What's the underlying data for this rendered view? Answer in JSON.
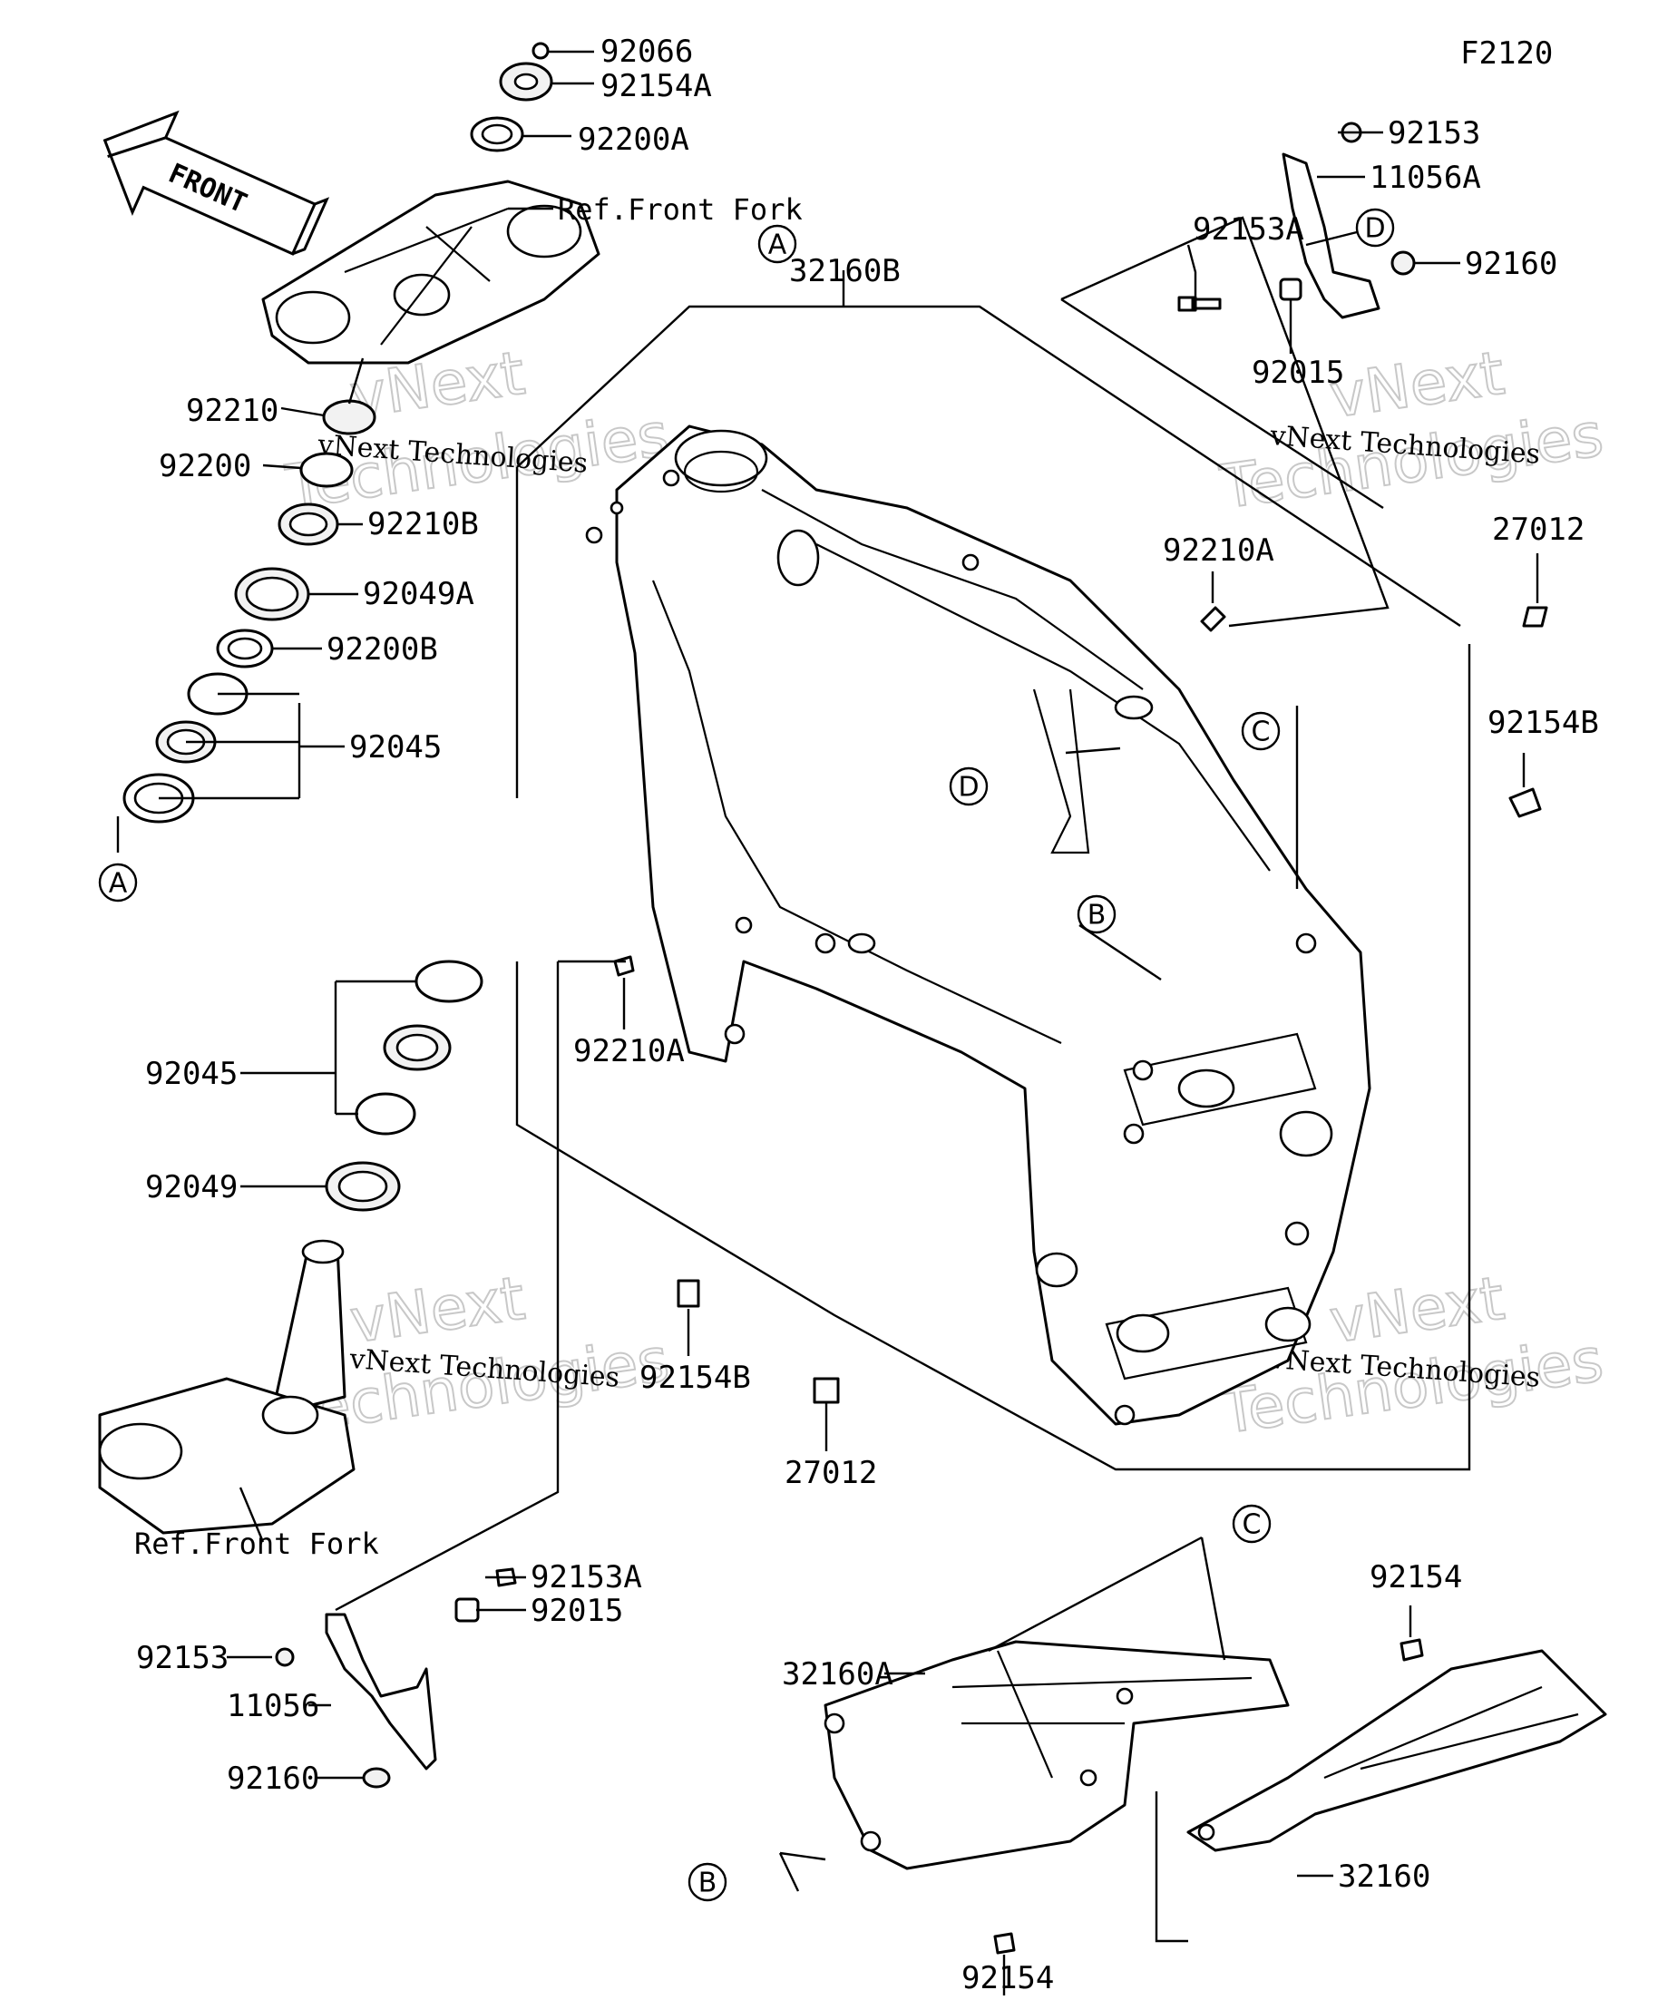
{
  "diagram_id": "F2120",
  "front_label": "FRONT",
  "refs": {
    "upper": "Ref.Front Fork",
    "lower": "Ref.Front Fork"
  },
  "callouts": {
    "a_top": "A",
    "a_left": "A",
    "b_frame": "B",
    "b_rear": "B",
    "c_frame": "C",
    "c_rear": "C",
    "d_frame": "D",
    "d_bracket": "D"
  },
  "watermark": {
    "brand": "vNext",
    "name": "Technologies",
    "line": "vNext Technologies"
  },
  "parts": {
    "p92066": "92066",
    "p92154A": "92154A",
    "p92200A": "92200A",
    "p92210": "92210",
    "p92200": "92200",
    "p92210B": "92210B",
    "p92049A": "92049A",
    "p92200B": "92200B",
    "p92045_top": "92045",
    "p92045_bot": "92045",
    "p92049": "92049",
    "p32160B": "32160B",
    "p92153_top": "92153",
    "p11056A": "11056A",
    "p92153A_top": "92153A",
    "p92160_top": "92160",
    "p92015_top": "92015",
    "p92210A_right": "92210A",
    "p27012_right": "27012",
    "p92154B_right": "92154B",
    "p92210A_mid": "92210A",
    "p92154B_mid": "92154B",
    "p27012_mid": "27012",
    "p92153A_bot": "92153A",
    "p92015_bot": "92015",
    "p92153_bot": "92153",
    "p11056": "11056",
    "p92160_bot": "92160",
    "p92154_right": "92154",
    "p32160A": "32160A",
    "p32160": "32160",
    "p92154_bot": "92154"
  }
}
